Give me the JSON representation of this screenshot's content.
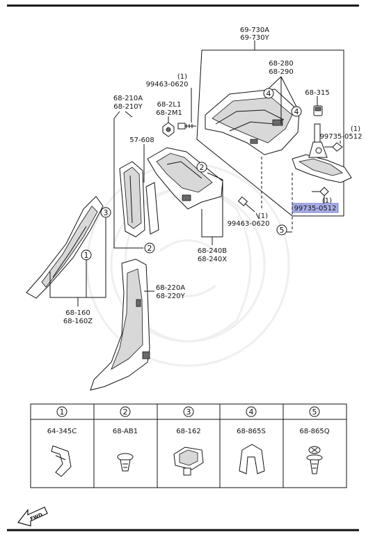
{
  "callouts": {
    "c_69_730": [
      "69-730A",
      "69-730Y"
    ],
    "c_68_280": [
      "68-280",
      "68-290"
    ],
    "c_68_315": "68-315",
    "c_99463_top_qty": "(1)",
    "c_99463_top": "99463-0620",
    "c_68_210": [
      "68-210A",
      "68-210Y"
    ],
    "c_68_2l1": [
      "68-2L1",
      "68-2M1"
    ],
    "c_57_608": "57-608",
    "c_99735_a_qty": "(1)",
    "c_99735_a": "99735-0512",
    "c_99735_b_qty": "(1)",
    "c_99735_b": "99735-0512",
    "c_99463_bot_qty": "(1)",
    "c_99463_bot": "99463-0620",
    "c_68_240": [
      "68-240B",
      "68-240X"
    ],
    "c_68_160": [
      "68-160",
      "68-160Z"
    ],
    "c_68_220": [
      "68-220A",
      "68-220Y"
    ]
  },
  "markers": [
    "1",
    "2",
    "3",
    "4",
    "5"
  ],
  "table": {
    "columns": [
      {
        "num": "1",
        "part": "64-345C"
      },
      {
        "num": "2",
        "part": "68-AB1"
      },
      {
        "num": "3",
        "part": "68-162"
      },
      {
        "num": "4",
        "part": "68-865S"
      },
      {
        "num": "5",
        "part": "68-865Q"
      }
    ]
  },
  "fwd_label": "FWD",
  "colors": {
    "highlight": "#a8aee6",
    "line": "#111111",
    "watermark": "#efefef"
  }
}
